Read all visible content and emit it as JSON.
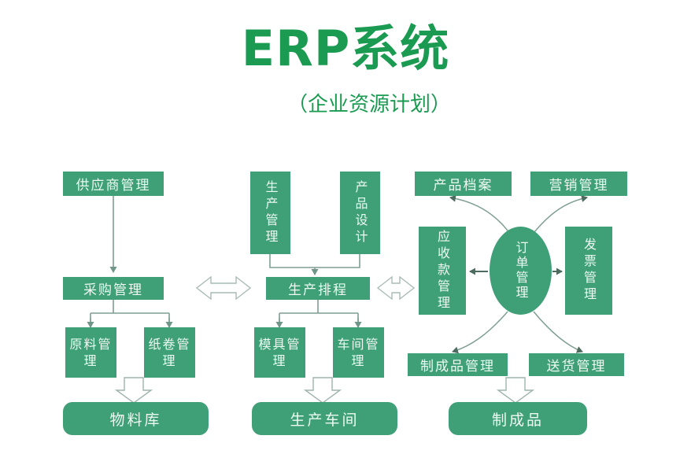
{
  "header": {
    "title": "ERP系统",
    "subtitle": "（企业资源计划）"
  },
  "colors": {
    "node_fill": "#3fa078",
    "node_text": "#edfaf2",
    "title_green": "#1a9b51",
    "connector": "#7f9e92",
    "background": "#ffffff"
  },
  "columns": {
    "procurement": {
      "supplier_mgmt": "供应商管理",
      "purchase_mgmt": "采购管理",
      "raw_material_mgmt": "原料管理",
      "paper_roll_mgmt": "纸卷管理",
      "material_warehouse": "物料库"
    },
    "production": {
      "production_mgmt": "生产管理",
      "product_design": "产品设计",
      "production_scheduling": "生产排程",
      "mold_mgmt": "模具管理",
      "workshop_mgmt": "车间管理",
      "production_workshop": "生产车间"
    },
    "orders": {
      "product_archive": "产品档案",
      "marketing_mgmt": "营销管理",
      "receivables_mgmt": "应收款管理",
      "order_mgmt": "订单管理",
      "invoice_mgmt": "发票管理",
      "finished_goods_mgmt": "制成品管理",
      "delivery_mgmt": "送货管理",
      "finished_goods": "制成品"
    }
  },
  "connectors": {
    "purchase_to_scheduling": "double-arrow-icon",
    "scheduling_to_receivables": "double-arrow-icon",
    "supplier_to_purchase": "arrow-down-icon",
    "design_to_scheduling": "arrow-down-icon",
    "materials_to_warehouse": "block-arrow-down-icon",
    "molds_to_workshop": "block-arrow-down-icon",
    "finished_to_goods": "block-arrow-down-icon",
    "order_to_archive": "curved-arrow-icon",
    "order_to_marketing": "curved-arrow-icon",
    "order_to_finished": "curved-arrow-icon",
    "order_to_delivery": "curved-arrow-icon",
    "order_to_receivables": "arrow-left-icon",
    "order_to_invoice": "arrow-right-icon"
  }
}
